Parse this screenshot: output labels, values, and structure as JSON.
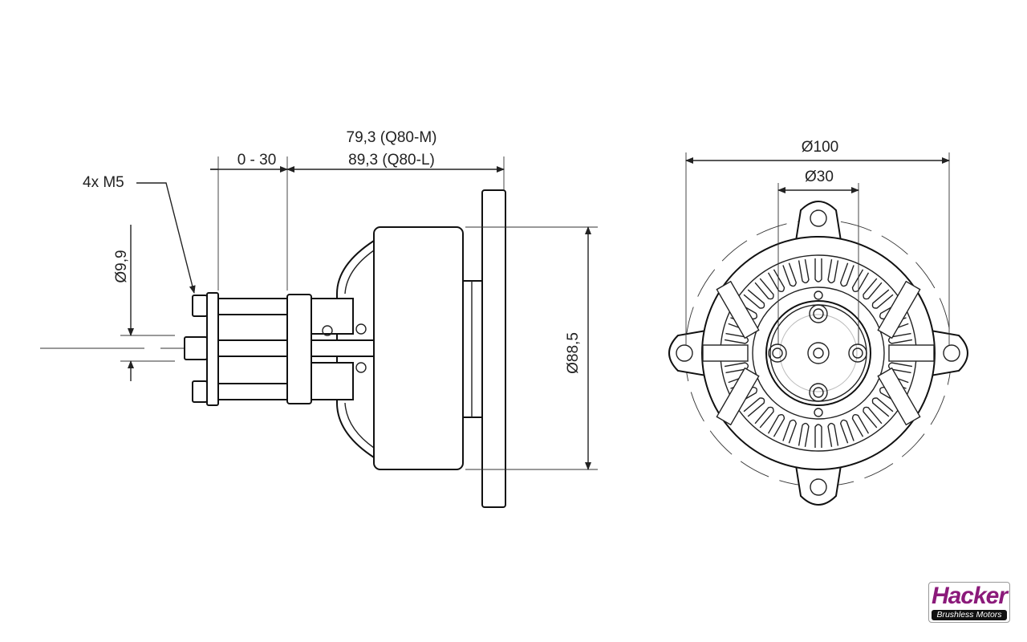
{
  "side_view": {
    "length_m": "79,3 (Q80-M)",
    "length_l": "89,3 (Q80-L)",
    "shaft_adjust": "0 - 30",
    "thread": "4x M5",
    "shaft_dia": "Ø9,9",
    "body_dia": "Ø88,5"
  },
  "front_view": {
    "outer_dia": "Ø100",
    "bolt_circle_dia": "Ø30"
  },
  "logo": {
    "brand": "Hacker",
    "tagline": "Brushless Motors",
    "brand_color": "#8b1a7a"
  }
}
